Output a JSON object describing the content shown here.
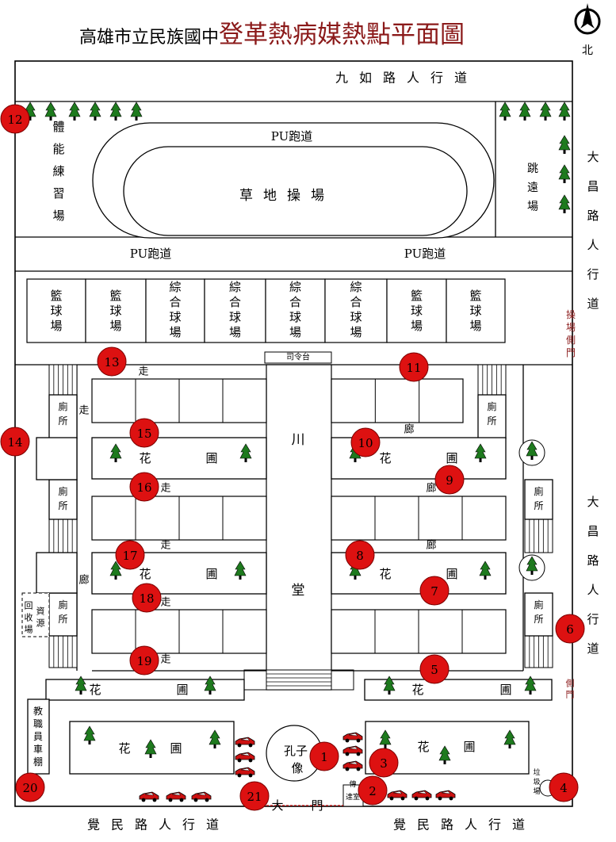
{
  "title": {
    "school": "高雄市立民族國中",
    "subject": "登革熱病媒熱點平面圖"
  },
  "compass": {
    "label": "北",
    "icon": "north-arrow-icon"
  },
  "colors": {
    "hotspot": "#dd1111",
    "title_red": "#8b1a1a",
    "tree": "#1e7a1e",
    "car": "#cc1111",
    "gate_text": "#8b1a1a"
  },
  "streets": {
    "north": "九如路人行道",
    "east_upper": "大昌路人行道",
    "east_lower": "大昌路人行道",
    "south_left": "覺民路人行道",
    "south_right": "覺民路人行道"
  },
  "areas": {
    "fitness": "體能練習場",
    "track_top": "PU跑道",
    "field": "草地操場",
    "long_jump": "跳遠場",
    "track_left": "PU跑道",
    "track_right": "PU跑道",
    "field_side_gate": "操場側門",
    "stage": "司令台",
    "hall": "川堂",
    "confucius": "孔子像",
    "garage": "教職員車棚",
    "recycle": "資源回收場",
    "guard": "傳達室",
    "side_gate": "側門",
    "main_gate": "大門",
    "garbage": "垃圾場"
  },
  "courts": [
    "籃球場",
    "籃球場",
    "綜合球場",
    "綜合球場",
    "綜合球場",
    "綜合球場",
    "籃球場",
    "籃球場"
  ],
  "restroom": "廁所",
  "walk": "走",
  "corridor": "廊",
  "flower": "花",
  "garden": "圃",
  "hotspots": [
    "1",
    "2",
    "3",
    "4",
    "5",
    "6",
    "7",
    "8",
    "9",
    "10",
    "11",
    "12",
    "13",
    "14",
    "15",
    "16",
    "17",
    "18",
    "19",
    "20",
    "21"
  ]
}
